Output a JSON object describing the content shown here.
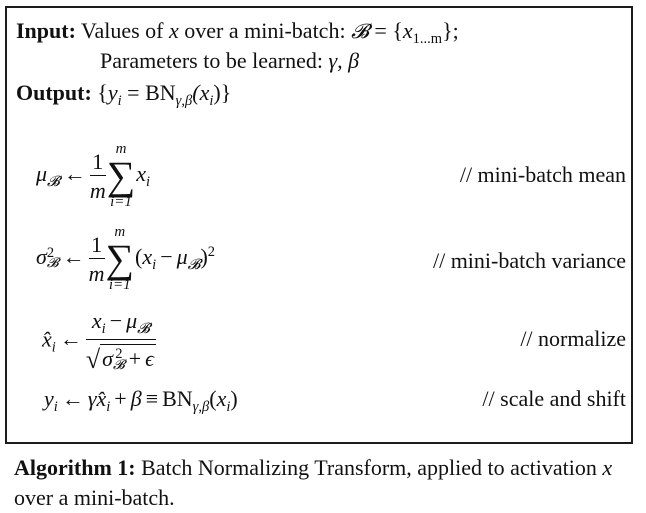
{
  "algorithm": {
    "input_label": "Input:",
    "input_text": "Values of",
    "input_var": "x",
    "input_text2": "over a mini-batch:",
    "set_symbol": "𝓑",
    "set_eq": "= {",
    "set_elem": "x",
    "set_sub": "1...m",
    "set_close": "};",
    "params_text": "Parameters to be learned:",
    "params_vars": "γ, β",
    "output_label": "Output:",
    "output_open": "{",
    "output_y": "y",
    "output_i": "i",
    "output_eq": "=",
    "bn": "BN",
    "bn_sub": "γ,β",
    "output_arg": "(x",
    "output_close": ")}",
    "steps": [
      {
        "comment": "// mini-batch mean"
      },
      {
        "comment": "// mini-batch variance"
      },
      {
        "comment": "// normalize"
      },
      {
        "comment": "// scale and shift"
      }
    ]
  },
  "caption": {
    "label": "Algorithm 1:",
    "text": "Batch Normalizing Transform, applied to activation",
    "var": "x",
    "text2": "over a mini-batch."
  }
}
